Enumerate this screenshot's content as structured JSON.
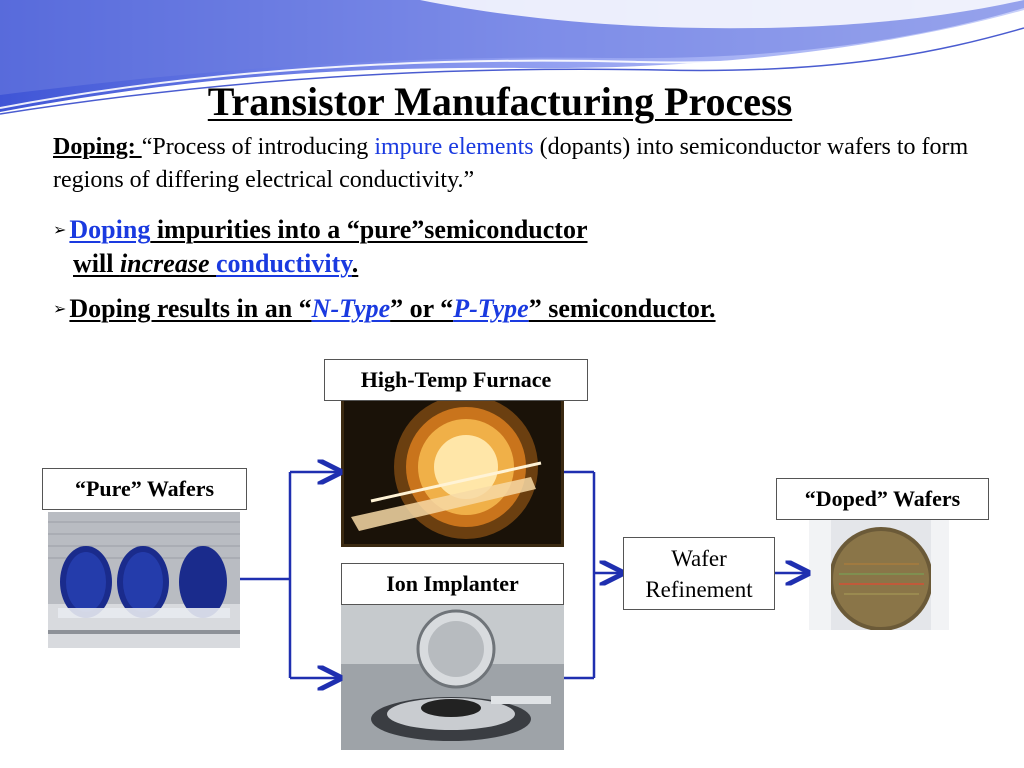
{
  "slide": {
    "title": "Transistor Manufacturing Process",
    "definition": {
      "term": "Doping: ",
      "text_before": "“Process of introducing ",
      "highlight": "impure elements",
      "text_after": " (dopants) into semiconductor wafers to form regions of differing electrical conductivity.”"
    },
    "bullets": [
      {
        "parts": [
          "Doping",
          " impurities into a “pure”semiconductor",
          "will ",
          "increase",
          " ",
          "conductivity",
          "."
        ]
      },
      {
        "parts": [
          "Doping results in an “",
          "N-Type",
          "” or “",
          "P-Type",
          "” semiconductor."
        ]
      }
    ],
    "colors": {
      "accent_blue": "#1a3ae0",
      "wave_blue": "#6d7ee0",
      "arrow_blue": "#1f2fb0"
    }
  },
  "diagram": {
    "pure_wafers": "“Pure” Wafers",
    "furnace": "High-Temp Furnace",
    "implanter": "Ion Implanter",
    "refinement": "Wafer Refinement",
    "refinement_line1": "Wafer",
    "refinement_line2": "Refinement",
    "doped_wafers": "“Doped” Wafers",
    "photos": {
      "pure_wafers": "photo-wafers-on-rack",
      "furnace": "photo-furnace-tube",
      "implanter": "photo-ion-implanter",
      "doped_wafers": "photo-doped-wafer"
    }
  }
}
